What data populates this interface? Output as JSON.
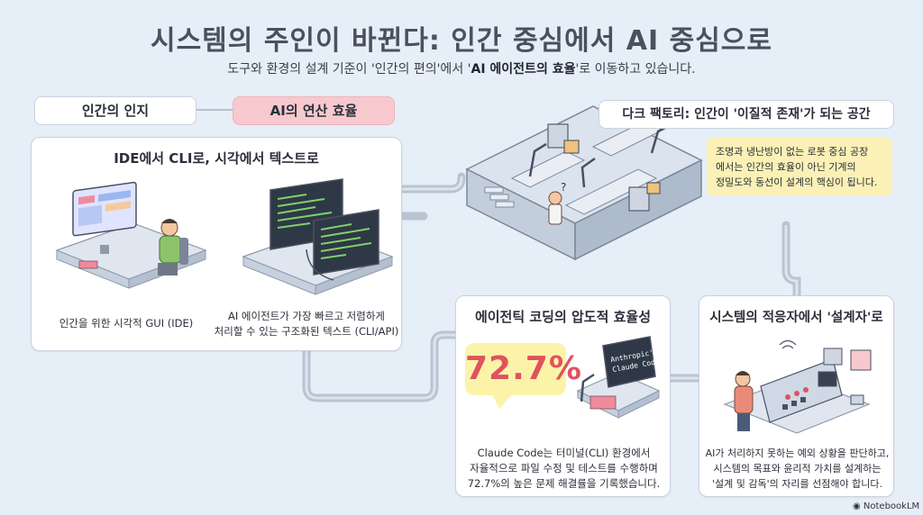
{
  "header": {
    "title": "시스템의 주인이 바뀐다: 인간 중심에서 AI 중심으로",
    "subtitle_pre": "도구와 환경의 설계 기준이 '인간의 편의'에서 '",
    "subtitle_bold": "AI 에이전트의 효율",
    "subtitle_post": "'로 이동하고 있습니다."
  },
  "pills": {
    "human": "인간의 인지",
    "ai": "AI의 연산 효율",
    "dark_factory": "다크 팩토리: 인간이 '이질적 존재'가 되는 공간"
  },
  "ide_card": {
    "title": "IDE에서 CLI로, 시각에서 텍스트로",
    "left_caption": "인간을 위한 시각적 GUI (IDE)",
    "right_caption_1": "AI 에이전트가 가장 빠르고 저렴하게",
    "right_caption_2": "처리할 수 있는 구조화된 텍스트 (CLI/API)"
  },
  "dark_factory": {
    "note_1": "조명과 냉난방이 없는 로봇 중심 공장",
    "note_2": "에서는 인간의 효율이 아닌 기계의",
    "note_3": "정밀도와 동선이 설계의 핵심이 됩니다."
  },
  "agentic_card": {
    "title": "에이전틱 코딩의 압도적 효율성",
    "big_value": "72.7%",
    "screen_text_1": "Anthropic's",
    "screen_text_2": "Claude Code",
    "caption_1": "Claude Code는 터미널(CLI) 환경에서",
    "caption_2": "자율적으로 파일 수정 및 테스트를 수행하며",
    "caption_3": "72.7%의 높은 문제 해결률을 기록했습니다."
  },
  "designer_card": {
    "title": "시스템의 적응자에서 '설계자'로",
    "caption_1": "AI가 처리하지 못하는 예외 상황을 판단하고,",
    "caption_2": "시스템의 목표와 윤리적 가치를 설계하는",
    "caption_3": "'설계 및 감독'의 자리를 선점해야 합니다."
  },
  "footer": {
    "logo": "NotebookLM"
  },
  "colors": {
    "background": "#e6eef7",
    "pink": "#f7c9cf",
    "note_yellow": "#fbf1b6",
    "accent_red": "#e0525e",
    "pipe": "#b9c4d3"
  }
}
